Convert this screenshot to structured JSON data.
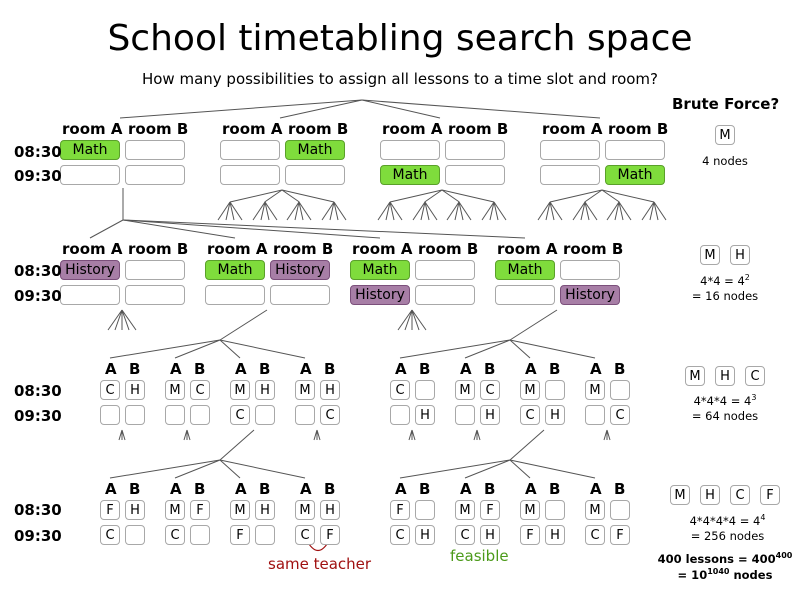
{
  "title": "School timetabling search space",
  "subtitle": "How many possibilities to assign all lessons to a time slot and room?",
  "brute_force": {
    "title": "Brute Force?",
    "row1": "4 nodes",
    "row2_a": "4*4 = 4",
    "row2_exp": "2",
    "row2_b": "= 16 nodes",
    "row3_a": "4*4*4 = 4",
    "row3_exp": "3",
    "row3_b": "= 64 nodes",
    "row4_a": "4*4*4*4 = 4",
    "row4_exp": "4",
    "row4_b": "= 256 nodes",
    "final_a": "400 lessons = 400",
    "final_exp": "400",
    "final_b": "= 10",
    "final_exp2": "1040",
    "final_c": " nodes"
  },
  "labels": {
    "room_a": "room A",
    "room_b": "room B",
    "col_a": "A",
    "col_b": "B",
    "time1": "08:30",
    "time2": "09:30"
  },
  "lessons": {
    "math": "Math",
    "history": "History",
    "m": "M",
    "h": "H",
    "c": "C",
    "f": "F"
  },
  "notes": {
    "same_teacher": "same teacher",
    "feasible": "feasible"
  },
  "colors": {
    "math": "#7fdc3c",
    "history": "#a77ea6",
    "chemistry": "#f7e550",
    "physics": "#6f9fd6",
    "conflict": "#a01010",
    "feasible": "#4c9a1a"
  }
}
